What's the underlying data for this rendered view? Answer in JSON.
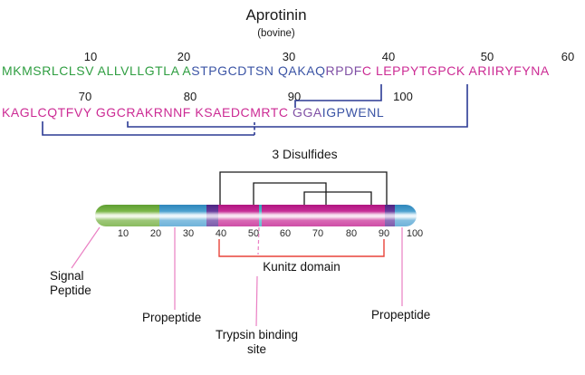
{
  "colors": {
    "seq_green": "#2f9e41",
    "seq_blue": "#3b54a5",
    "seq_purple": "#8050a5",
    "seq_magenta": "#cc2b94",
    "disulfide_line": "#2b3a94",
    "bracket_black": "#1a1a1a",
    "kunitz_bracket_red": "#e8433a",
    "leader_pink": "#ea7fc3",
    "bar_green": "#7ab648",
    "bar_blue": "#4aa0cf",
    "bar_purple": "#653a9b",
    "bar_magenta": "#c62d96",
    "bar_cyan": "#52b6c8"
  },
  "header": {
    "title": "Aprotinin",
    "subtitle": "(bovine)"
  },
  "sequence": {
    "row1": {
      "ticks": [
        "10",
        "20",
        "30",
        "40",
        "50",
        "60"
      ],
      "segments": [
        {
          "region": "signal-peptide",
          "text": "MKMSRLCLSV ALLVLLGTLA A"
        },
        {
          "region": "propeptide",
          "text": "STPGCDTSN QAKAQ"
        },
        {
          "region": "transition",
          "text": "RPDF"
        },
        {
          "region": "kunitz-domain",
          "text": "C LEPPYTGPCK ARIIRYFYNA"
        }
      ]
    },
    "row2": {
      "ticks": [
        "70",
        "80",
        "90",
        "100"
      ],
      "segments": [
        {
          "region": "kunitz-domain",
          "text": "KAGLCQTFVY GGCRAKRNNF KSAEDCMRTC "
        },
        {
          "region": "transition",
          "text": "GGA"
        },
        {
          "region": "propeptide",
          "text": "IGPWENL"
        }
      ]
    },
    "disulfide_bonds": [
      {
        "from": "C40",
        "to": "C90"
      },
      {
        "from": "C49",
        "to": "C73"
      },
      {
        "from": "C65",
        "to": "C86"
      }
    ]
  },
  "diagram": {
    "heading": "3 Disulfides",
    "bar_ticks": [
      "10",
      "20",
      "30",
      "40",
      "50",
      "60",
      "70",
      "80",
      "90",
      "100"
    ],
    "bar_segments": [
      {
        "region": "signal-peptide",
        "color_key": "bar_green"
      },
      {
        "region": "propeptide-n",
        "color_key": "bar_blue"
      },
      {
        "region": "transition-n",
        "color_key": "bar_purple"
      },
      {
        "region": "kunitz-domain-n",
        "color_key": "bar_magenta"
      },
      {
        "region": "trypsin-binding-site",
        "color_key": "bar_cyan"
      },
      {
        "region": "kunitz-domain-c",
        "color_key": "bar_magenta"
      },
      {
        "region": "transition-c",
        "color_key": "bar_purple"
      },
      {
        "region": "propeptide-c",
        "color_key": "bar_blue"
      }
    ],
    "labels": {
      "signal_line1": "Signal",
      "signal_line2": "Peptide",
      "propeptide_left": "Propeptide",
      "kunitz": "Kunitz domain",
      "trypsin_line1": "Trypsin binding",
      "trypsin_line2": "site",
      "propeptide_right": "Propeptide"
    }
  }
}
